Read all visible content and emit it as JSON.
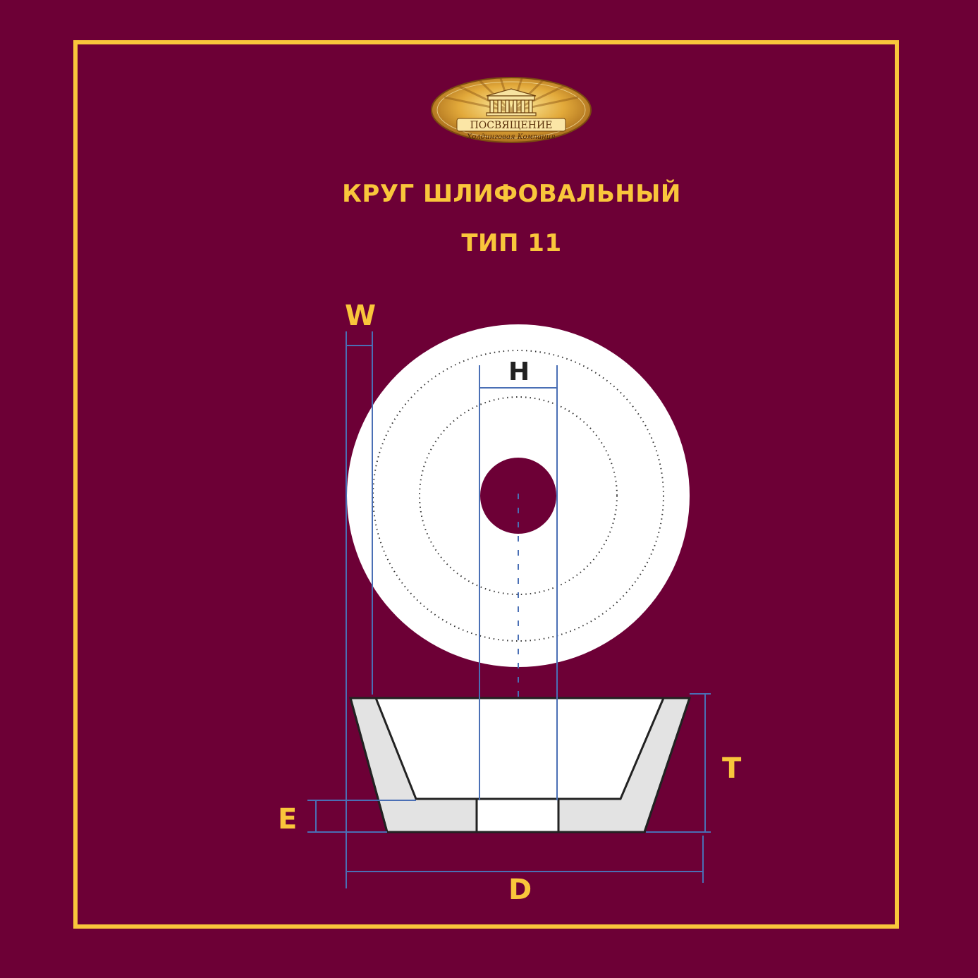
{
  "logo": {
    "name": "ПОСВЯЩЕНИЕ",
    "tagline": "Холдинговая Компания"
  },
  "title": {
    "line1": "КРУГ ШЛИФОВАЛЬНЫЙ",
    "line2": "ТИП 11"
  },
  "dimensions": {
    "w": "W",
    "h": "H",
    "t": "T",
    "e": "E",
    "d": "D"
  },
  "colors": {
    "background": "#6d0036",
    "accent": "#f9c63b",
    "wheel": "#ffffff",
    "section": "#e3e3e3",
    "dimension_line": "#4a6fb5"
  }
}
